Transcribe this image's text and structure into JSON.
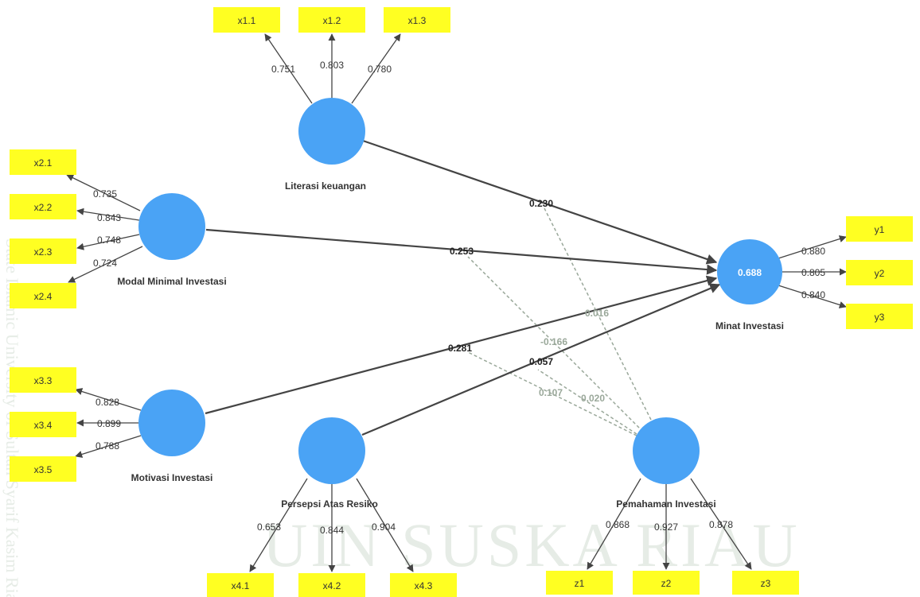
{
  "watermark": {
    "side_text": "State Islamic University of Sultan Syarif Kasim Riau",
    "bottom_text": "UIN SUSKA RIAU"
  },
  "colors": {
    "indicator_fill": "#ffff22",
    "construct_fill": "#4aa3f5",
    "path_line": "#444444",
    "moderator_line": "#9aa89a"
  },
  "constructs": {
    "literasi": {
      "label": "Literasi keuangan"
    },
    "modal": {
      "label": "Modal Minimal Investasi"
    },
    "motivasi": {
      "label": "Motivasi Investasi"
    },
    "persepsi": {
      "label": "Persepsi Atas Resiko"
    },
    "pemahaman": {
      "label": "Pemahaman Investasi"
    },
    "minat": {
      "label": "Minat Investasi",
      "r_squared": "0.688"
    }
  },
  "indicators": {
    "x1_1": {
      "label": "x1.1",
      "loading": "0.751"
    },
    "x1_2": {
      "label": "x1.2",
      "loading": "0.803"
    },
    "x1_3": {
      "label": "x1.3",
      "loading": "0.780"
    },
    "x2_1": {
      "label": "x2.1",
      "loading": "0.735"
    },
    "x2_2": {
      "label": "x2.2",
      "loading": "0.843"
    },
    "x2_3": {
      "label": "x2.3",
      "loading": "0.748"
    },
    "x2_4": {
      "label": "x2.4",
      "loading": "0.724"
    },
    "x3_3": {
      "label": "x3.3",
      "loading": "0.828"
    },
    "x3_4": {
      "label": "x3.4",
      "loading": "0.899"
    },
    "x3_5": {
      "label": "x3.5",
      "loading": "0.788"
    },
    "x4_1": {
      "label": "x4.1",
      "loading": "0.653"
    },
    "x4_2": {
      "label": "x4.2",
      "loading": "0.844"
    },
    "x4_3": {
      "label": "x4.3",
      "loading": "0.904"
    },
    "z1": {
      "label": "z1",
      "loading": "0.868"
    },
    "z2": {
      "label": "z2",
      "loading": "0.927"
    },
    "z3": {
      "label": "z3",
      "loading": "0.878"
    },
    "y1": {
      "label": "y1",
      "loading": "0.880"
    },
    "y2": {
      "label": "y2",
      "loading": "0.805"
    },
    "y3": {
      "label": "y3",
      "loading": "0.840"
    }
  },
  "paths": {
    "literasi_minat": "0.230",
    "modal_minat": "0.253",
    "motivasi_minat": "0.281",
    "persepsi_minat": "0.057"
  },
  "moderation_paths": {
    "pemahaman_literasi": "0.016",
    "pemahaman_modal": "-0.166",
    "pemahaman_motivasi": "0.107",
    "pemahaman_persepsi": "0.020"
  }
}
